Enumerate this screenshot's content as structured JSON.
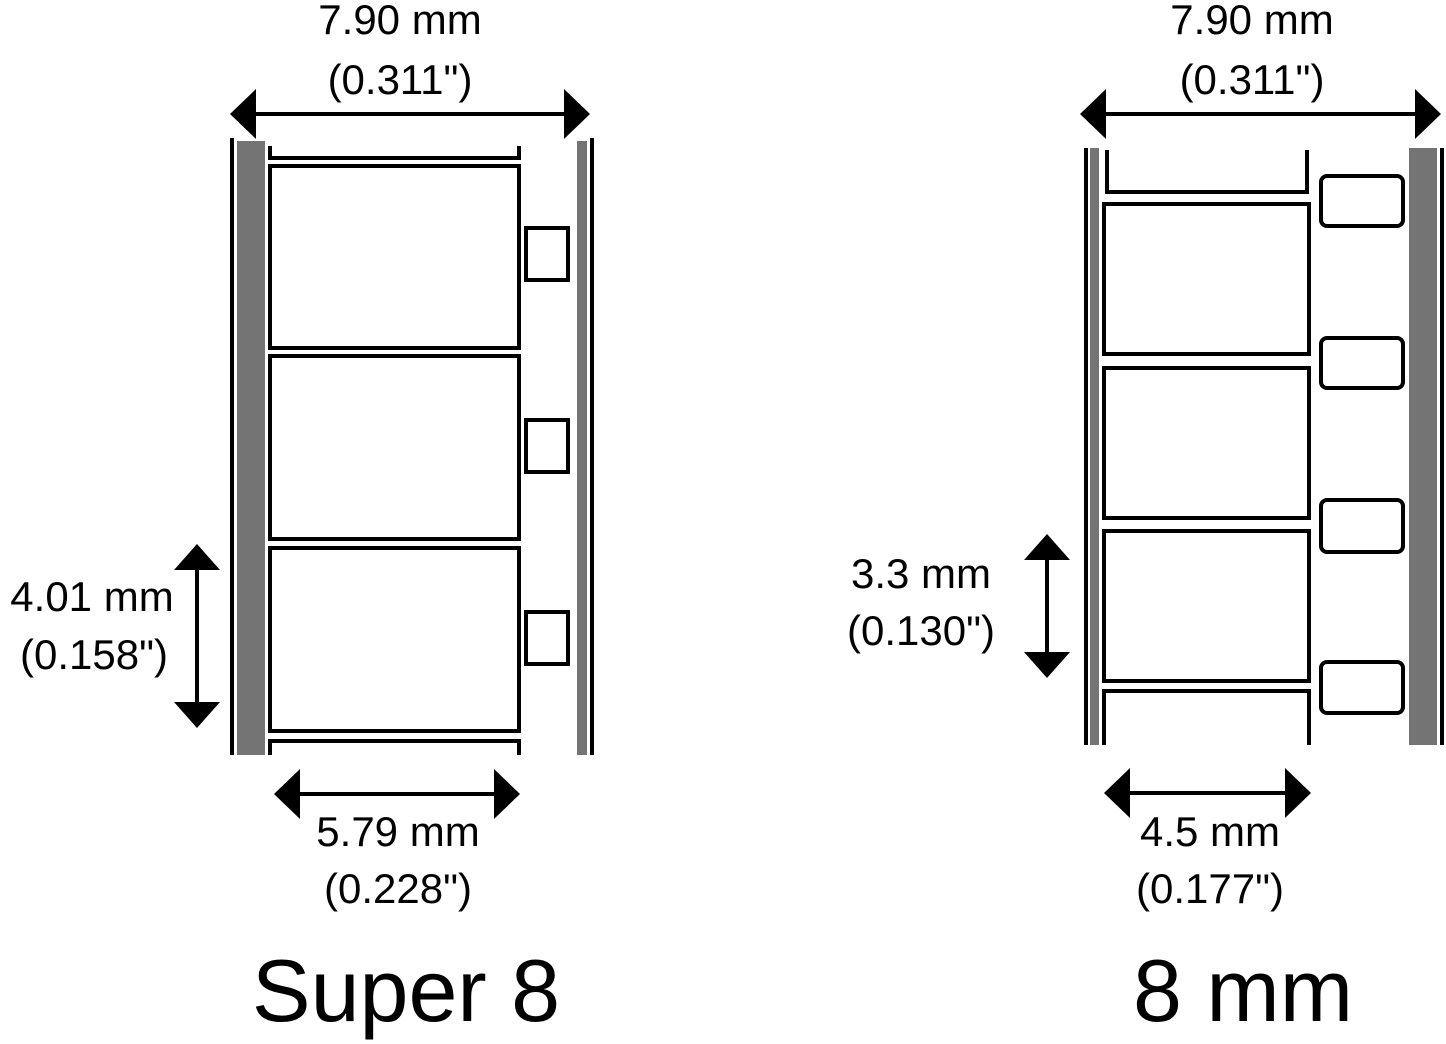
{
  "colors": {
    "ink": "#000000",
    "film_edge": "#747474",
    "background": "#ffffff"
  },
  "super8": {
    "title": "Super 8",
    "width": {
      "mm": "7.90 mm",
      "in": "(0.311\")"
    },
    "frame_height": {
      "mm": "4.01 mm",
      "in": "(0.158\")"
    },
    "frame_width": {
      "mm": "5.79 mm",
      "in": "(0.228\")"
    }
  },
  "regular8": {
    "title": "8 mm",
    "width": {
      "mm": "7.90 mm",
      "in": "(0.311\")"
    },
    "frame_height": {
      "mm": "3.3 mm",
      "in": "(0.130\")"
    },
    "frame_width": {
      "mm": "4.5 mm",
      "in": "(0.177\")"
    }
  }
}
